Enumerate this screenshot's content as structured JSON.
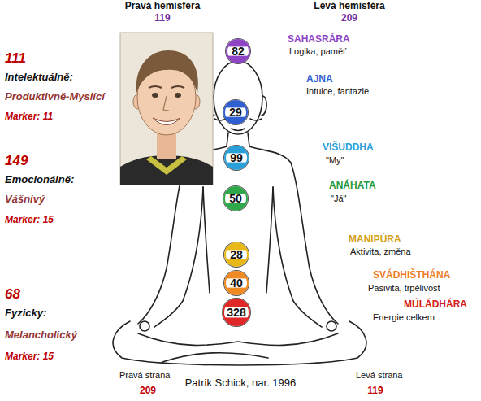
{
  "diagram": {
    "caption": "Patrik Schick, nar. 1996",
    "nodes": [
      {
        "text": [
          "82"
        ]
      },
      {
        "text": [
          "29"
        ]
      },
      {
        "text": [
          "99"
        ]
      },
      {
        "text": [
          "50"
        ]
      },
      {
        "text": [
          "28"
        ]
      },
      {
        "text": [
          "40"
        ]
      },
      {
        "text": [
          "328"
        ]
      }
    ],
    "labels": [
      "Pravá hemisféra",
      "Levá hemisféra",
      "119",
      "209",
      "111",
      "Intelektuálně:",
      "Produktivně-Myslící",
      "Marker: 11",
      "SAHASRÁRA",
      "Logika, paměť",
      "AJNA",
      "Intuice, fantazie",
      "149",
      "Emocionálně:",
      "VIŠUDDHA",
      "\"My\"",
      "ANÁHATA",
      "\"Já\"",
      "Vášnivý",
      "Marker: 15",
      "MANIPÚRA",
      "Aktivita, změna",
      "SVÁDHIŠTHÁNA",
      "Pasivita, trpělivost",
      "68",
      "Fyzicky:",
      "MÚLÁDHÁRA",
      "Energie celkem",
      "Melancholický",
      "Marker: 15",
      "Pravá strana",
      "Levá strana",
      "209",
      "119"
    ]
  }
}
